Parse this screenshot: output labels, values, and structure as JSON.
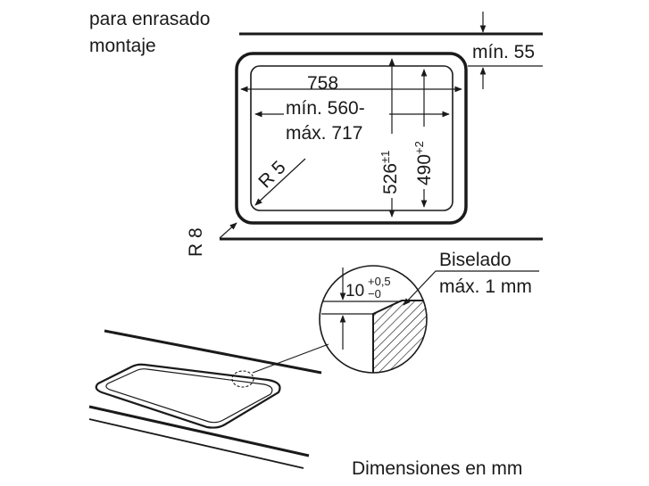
{
  "header": {
    "line1": "para enrasado",
    "line2": "montaje"
  },
  "dimensions": {
    "outer_width": "758",
    "min_max_line1": "mín. 560-",
    "min_max_line2": "máx. 717",
    "depth_526": "526",
    "depth_526_tol": "±1",
    "depth_490": "490",
    "depth_490_tol": "+2",
    "min_55": "mín. 55",
    "radius_inner": "R 5",
    "radius_outer": "R 8"
  },
  "detail": {
    "bevel_label": "Biselado",
    "bevel_value": "máx. 1 mm",
    "thickness_value": "10",
    "thickness_tol_plus": "+0,5",
    "thickness_tol_minus": "−0"
  },
  "footer": {
    "units_note": "Dimensiones en mm"
  }
}
